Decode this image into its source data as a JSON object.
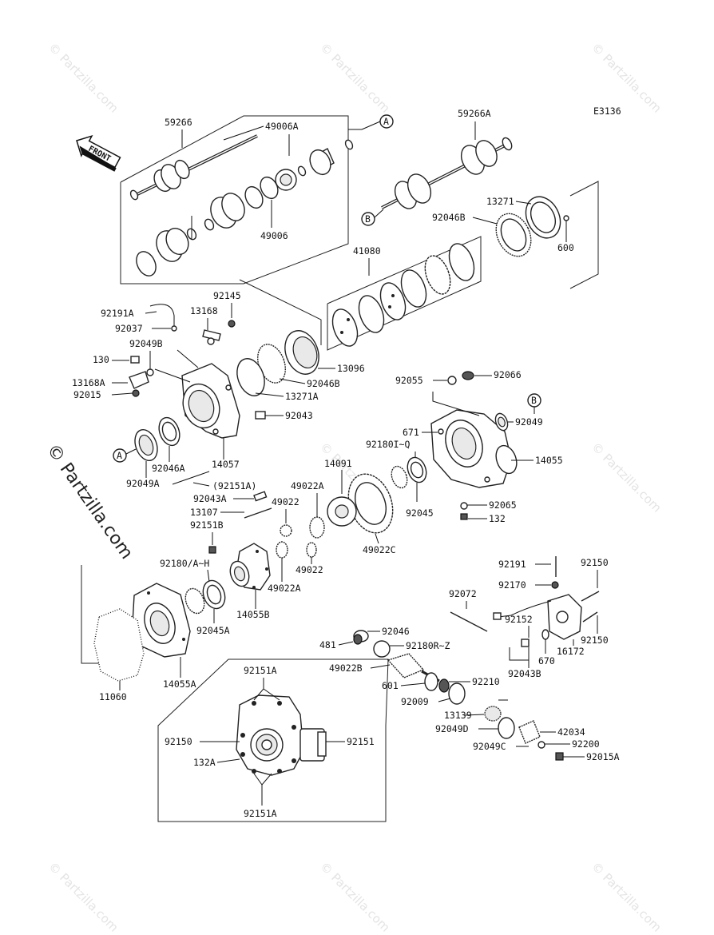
{
  "diagram_code": "E3136",
  "front_arrow_label": "FRONT",
  "watermark_side": "© Partzilla.com",
  "watermark_tile": "© Partzilla.com",
  "ref_markers": [
    "A",
    "B",
    "B",
    "A"
  ],
  "labels": {
    "p59266": "59266",
    "p49006A": "49006A",
    "p49006": "49006",
    "p59266A": "59266A",
    "p13271": "13271",
    "p92046B_top": "92046B",
    "p600": "600",
    "p41080": "41080",
    "p92145": "92145",
    "p92191A": "92191A",
    "p13168": "13168",
    "p92037": "92037",
    "p92049B": "92049B",
    "p130": "130",
    "p13168A": "13168A",
    "p92015": "92015",
    "p13096": "13096",
    "p92046B_mid": "92046B",
    "p13271A": "13271A",
    "p92043": "92043",
    "p92055": "92055",
    "p92066": "92066",
    "p92049": "92049",
    "p671": "671",
    "p92180IQ": "92180I~Q",
    "p14055": "14055",
    "p14091": "14091",
    "p49022A_top": "49022A",
    "p92046A": "92046A",
    "p14057": "14057",
    "p92049A": "92049A",
    "p92151A_paren": "(92151A)",
    "p92043A": "92043A",
    "p49022_a": "49022",
    "p13107": "13107",
    "p92151B": "92151B",
    "p92045": "92045",
    "p92065": "92065",
    "p132": "132",
    "p49022C": "49022C",
    "p49022_b": "49022",
    "p49022A_bot": "49022A",
    "p92180AH": "92180/A~H",
    "p14055B": "14055B",
    "p92045A": "92045A",
    "p14055A": "14055A",
    "p11060": "11060",
    "p92191": "92191",
    "p92150_r1": "92150",
    "p92170": "92170",
    "p92072": "92072",
    "p92046": "92046",
    "p481": "481",
    "p92180RZ": "92180R~Z",
    "p92152": "92152",
    "p92150_r2": "92150",
    "p16172": "16172",
    "p670": "670",
    "p49022B": "49022B",
    "p92043B": "92043B",
    "p601": "601",
    "p92210": "92210",
    "p92009": "92009",
    "p13139": "13139",
    "p92049D": "92049D",
    "p42034": "42034",
    "p92049C": "92049C",
    "p92200": "92200",
    "p92015A": "92015A",
    "p92151A_top": "92151A",
    "p92150_box": "92150",
    "p92151_box": "92151",
    "p132A": "132A",
    "p92151A_bot": "92151A"
  }
}
